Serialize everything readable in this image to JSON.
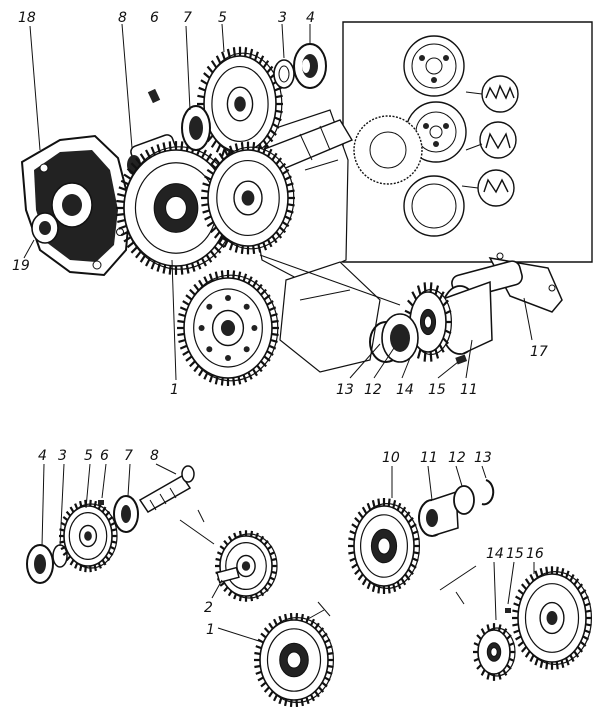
{
  "figure": {
    "labels_top": {
      "l18": "18",
      "l8": "8",
      "l6": "6",
      "l7": "7",
      "l5": "5",
      "l3": "3",
      "l4": "4",
      "l19": "19",
      "l1": "1",
      "l13": "13",
      "l12": "12",
      "l14": "14",
      "l15": "15",
      "l11": "11",
      "l17": "17"
    },
    "labels_bottom": {
      "b4": "4",
      "b3": "3",
      "b5": "5",
      "b6": "6",
      "b7": "7",
      "b8": "8",
      "b10": "10",
      "b11": "11",
      "b12": "12",
      "b13": "13",
      "b2": "2",
      "b1": "1",
      "b14": "14",
      "b15": "15",
      "b16": "16"
    }
  }
}
